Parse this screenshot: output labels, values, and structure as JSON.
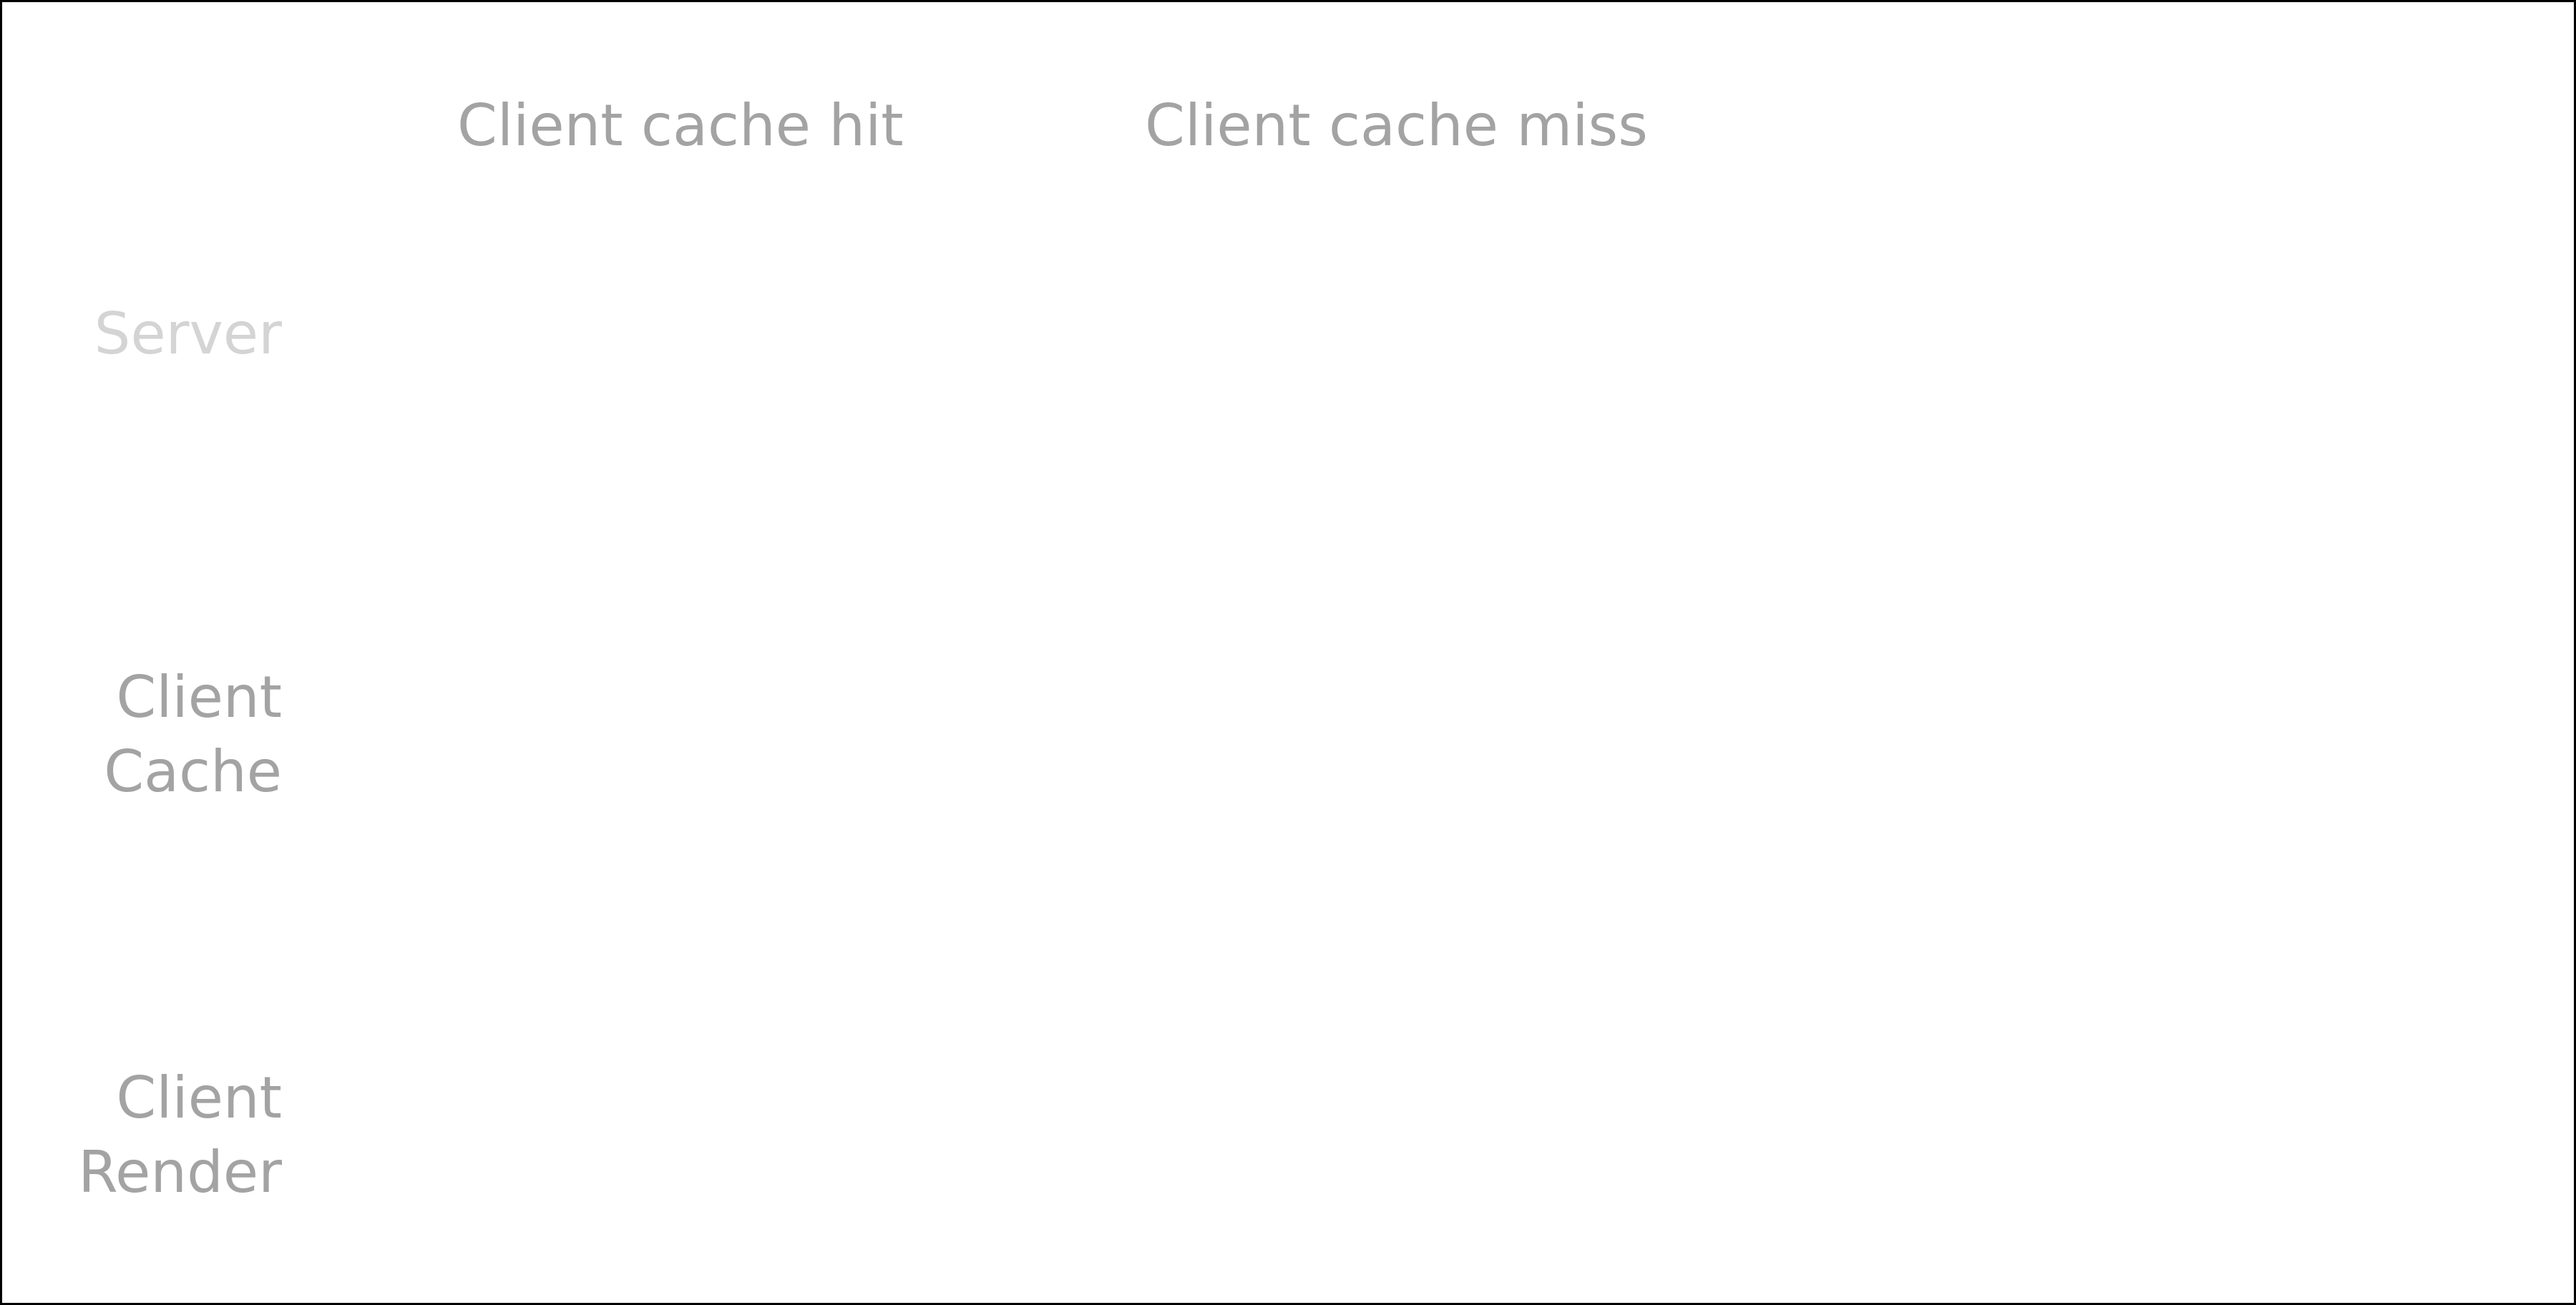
{
  "columns": {
    "hit": "Client cache hit",
    "miss": "Client cache miss"
  },
  "rows": {
    "server": [
      "Server"
    ],
    "client_cache": [
      "Client",
      "Cache"
    ],
    "client_render": [
      "Client",
      "Render"
    ]
  },
  "colors": {
    "label": "#a3a3a3",
    "label_dimmed": "#d4d4d4",
    "border": "#000000",
    "background": "#ffffff"
  }
}
